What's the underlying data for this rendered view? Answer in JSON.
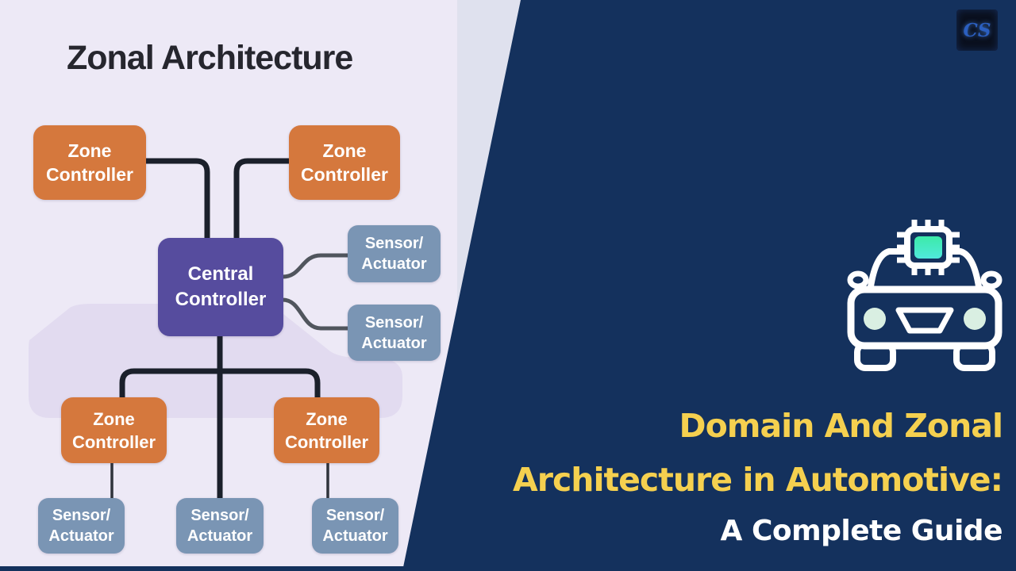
{
  "colors": {
    "navy": "#14315D",
    "lavender_bg": "#EDE9F6",
    "gap_strip": "#DFE1EE",
    "car_silhouette": "#DDD5EE",
    "zone_controller_orange": "#D5783D",
    "central_controller_purple": "#564C9E",
    "sensor_actuator_blue": "#7A95B4",
    "bus_line": "#1B202B",
    "branch_line_gray": "#50555D",
    "thin_line": "#2F333B",
    "headline_yellow": "#F5D04F",
    "subtitle_white": "#FFFFFF",
    "chip_green": "#3DEBA8",
    "chip_cyan": "#4FE9DC",
    "headlight_mint": "#D9EFE2"
  },
  "diagram": {
    "title": "Zonal Architecture",
    "nodes": {
      "zc_top_left": {
        "line1": "Zone",
        "line2": "Controller"
      },
      "zc_top_right": {
        "line1": "Zone",
        "line2": "Controller"
      },
      "central": {
        "line1": "Central",
        "line2": "Controller"
      },
      "sa_right_top": {
        "line1": "Sensor/",
        "line2": "Actuator"
      },
      "sa_right_bottom": {
        "line1": "Sensor/",
        "line2": "Actuator"
      },
      "zc_bottom_left": {
        "line1": "Zone",
        "line2": "Controller"
      },
      "zc_bottom_right": {
        "line1": "Zone",
        "line2": "Controller"
      },
      "sa_bottom_left": {
        "line1": "Sensor/",
        "line2": "Actuator"
      },
      "sa_bottom_center": {
        "line1": "Sensor/",
        "line2": "Actuator"
      },
      "sa_bottom_right": {
        "line1": "Sensor/",
        "line2": "Actuator"
      }
    }
  },
  "right_panel": {
    "headline_line1": "Domain And Zonal",
    "headline_line2": "Architecture in Automotive:",
    "subtitle": "A Complete Guide",
    "logo_text": "CS"
  },
  "icons": {
    "car_chip_icon": "front-view car outline with SoC chip on roof",
    "brand_logo": "dark square CS monogram"
  }
}
